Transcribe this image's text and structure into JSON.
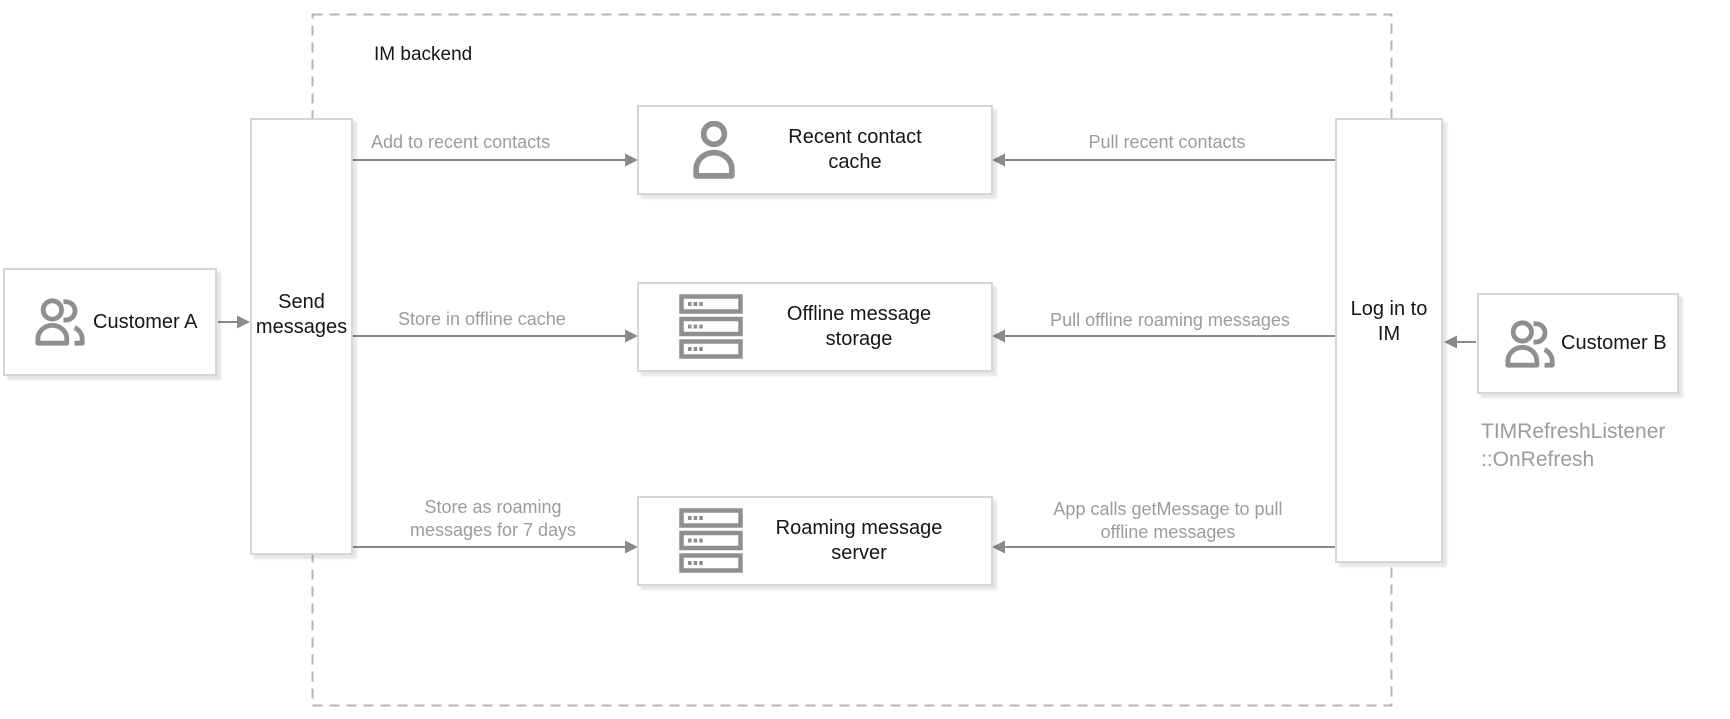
{
  "backend": {
    "label": "IM backend"
  },
  "nodes": {
    "customer_a": "Customer A",
    "send_messages": "Send messages",
    "recent_cache": "Recent contact cache",
    "offline_storage": "Offline message storage",
    "roaming_server": "Roaming message server",
    "login": "Log in to IM",
    "customer_b": "Customer B"
  },
  "edges": {
    "add_recent": "Add to recent contacts",
    "store_offline": "Store in offline cache",
    "store_roaming": "Store as roaming messages for 7 days",
    "pull_recent": "Pull recent contacts",
    "pull_offline": "Pull offline roaming messages",
    "app_get_message": "App calls getMessage to pull offline messages"
  },
  "annotation": {
    "line1": "TIMRefreshListener",
    "line2": "::OnRefresh"
  },
  "colors": {
    "background": "#ffffff",
    "box_border": "#d6d6d6",
    "dashed_border": "#b5b5b5",
    "arrow": "#8a8a8a",
    "icon": "#8f8f8f",
    "text": "#161616",
    "muted_text": "#9c9c9c"
  }
}
